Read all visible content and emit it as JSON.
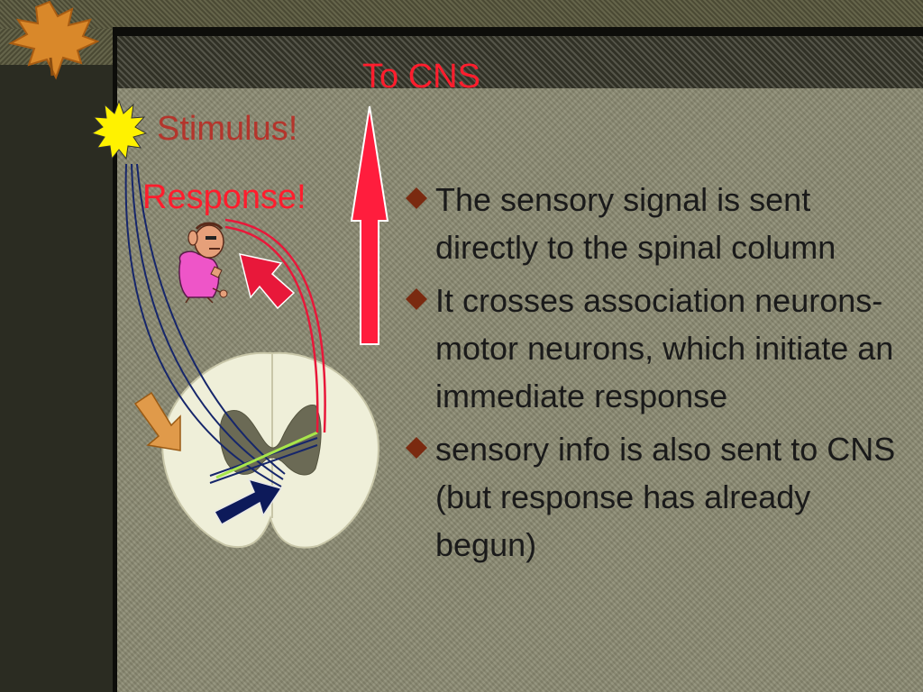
{
  "labels": {
    "to_cns": "To CNS",
    "stimulus": "Stimulus!",
    "response": "Response!"
  },
  "bullets": [
    "The sensory signal is sent directly to the spinal column",
    "It crosses association neurons-motor neurons, which initiate an immediate response",
    "sensory info is also sent to CNS (but response has already begun)"
  ],
  "icons": {
    "leaf": "maple-leaf-icon",
    "sun": "sun-burst-icon",
    "person": "person-clipart",
    "bullet": "diamond-bullet-icon"
  },
  "colors": {
    "accent_red": "#ff1d2d",
    "stimulus_red": "#b4352c",
    "bullet_brown": "#7a2a10",
    "text": "#1a1a1a"
  }
}
